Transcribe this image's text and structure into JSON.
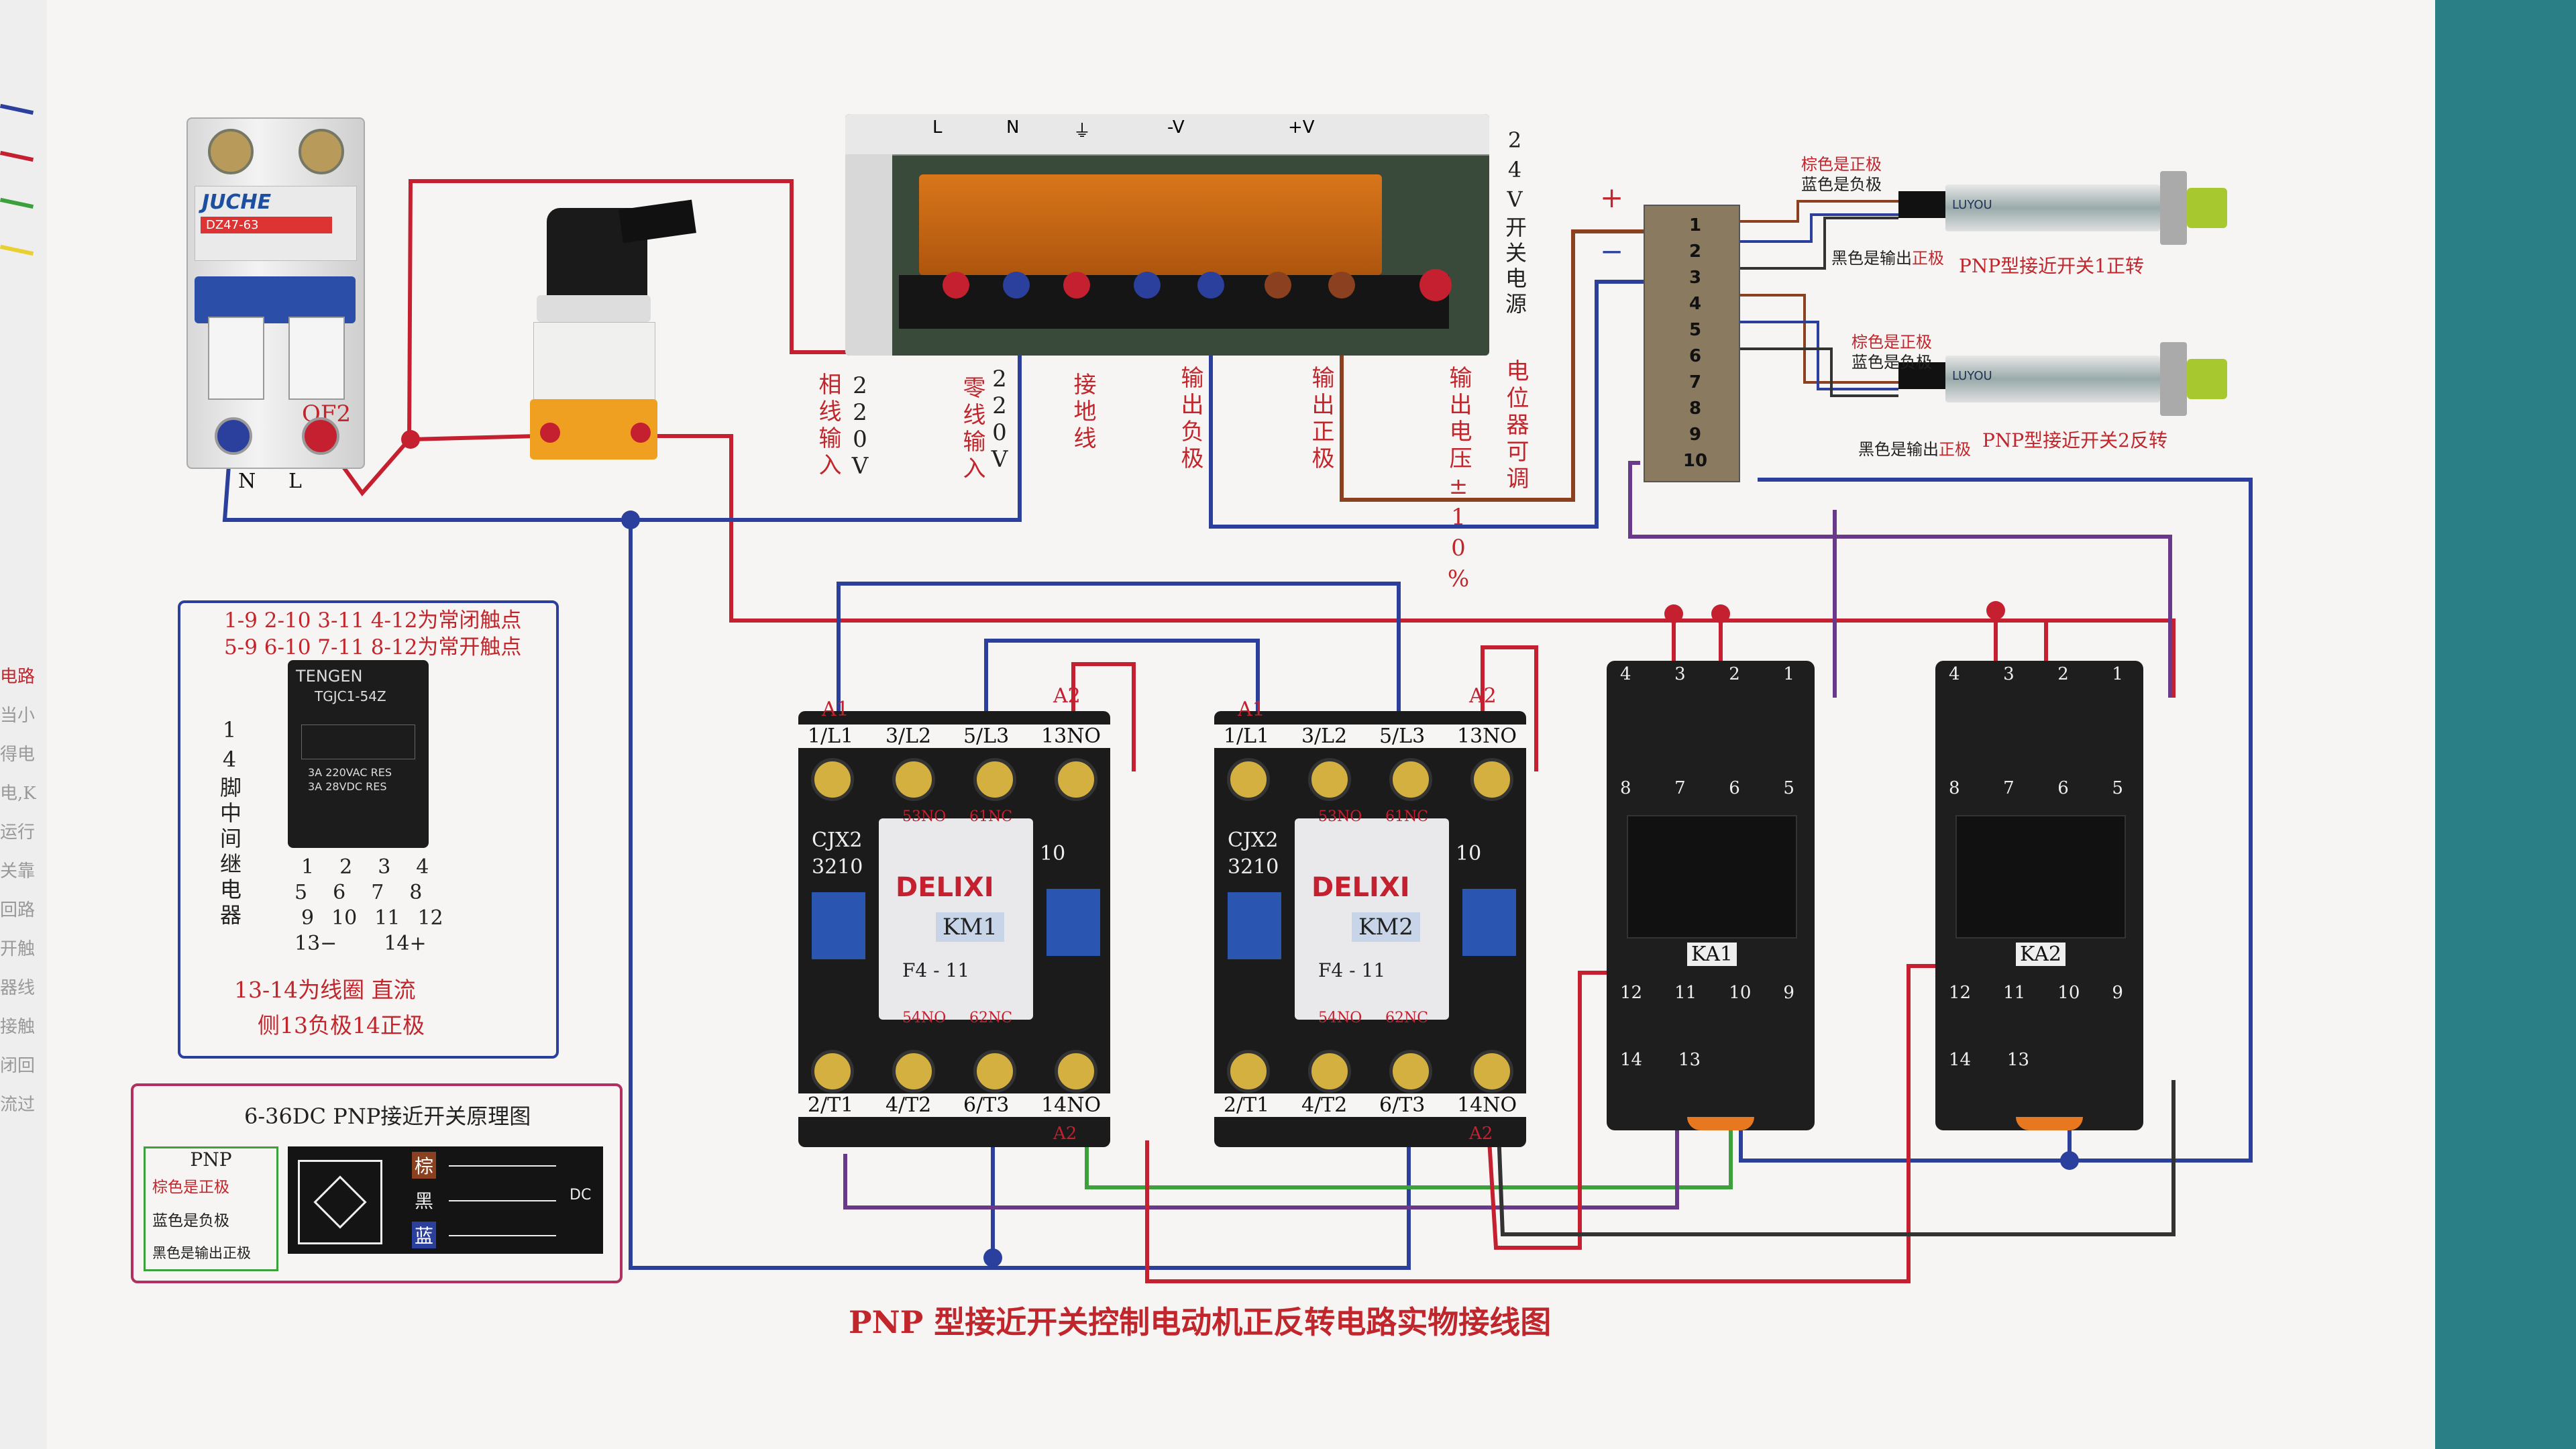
{
  "title": "PNP 型接近开关控制电动机正反转电路实物接线图",
  "colors": {
    "red_wire": "#c42030",
    "blue_wire": "#2b3f9c",
    "purple_wire": "#6a3a8a",
    "green_wire": "#3ca03c",
    "brown_wire": "#8b4020",
    "label": "#c0262c",
    "page": "#f6f5f3"
  },
  "breaker": {
    "brand": "JUCHE",
    "model": "DZ47-63",
    "tag": "QF2",
    "terminals": [
      "N",
      "L"
    ]
  },
  "power_supply": {
    "label": "24V开关电源",
    "top_labels": [
      "L",
      "N",
      "⏚",
      "-V",
      "+V"
    ],
    "annotations": {
      "live_input": "相线输入",
      "live_voltage": "220V",
      "neutral_input": "零线输入",
      "neutral_voltage": "220V",
      "ground": "接地线",
      "out_neg": "输出负极",
      "out_pos": "输出正极",
      "pot": "电位器可调",
      "voltage": "输出电压±10%"
    }
  },
  "terminal_block": {
    "plus": "+",
    "minus": "−",
    "numbers": [
      "1",
      "2",
      "3",
      "4",
      "5",
      "6",
      "7",
      "8",
      "9",
      "10"
    ]
  },
  "sensor1": {
    "brown": "棕色是正极",
    "blue": "蓝色是负极",
    "black_label": "黑色是输出",
    "black_suffix": "正极",
    "title": "PNP型接近开关1正转",
    "brand": "LUYOU"
  },
  "sensor2": {
    "brown": "棕色是正极",
    "blue": "蓝色是负极",
    "black_label": "黑色是输出",
    "black_suffix": "正极",
    "title": "PNP型接近开关2反转",
    "brand": "LUYOU"
  },
  "relay_info": {
    "nc_text": "1-9 2-10 3-11 4-12为常闭触点",
    "no_text": "5-9 6-10 7-11 8-12为常开触点",
    "vertical": "14脚中间继电器",
    "brand": "TENGEN",
    "model": "TGJC1-54Z",
    "rating1": "3A 220VAC RES",
    "rating2": "3A 28VDC RES",
    "coil1": "13-14为线圈 直流",
    "coil2": "侧13负极14正极",
    "pins_top": [
      "1",
      "2",
      "3",
      "4"
    ],
    "pins_mid": [
      "5",
      "6",
      "7",
      "8"
    ],
    "pins_bot": [
      "9",
      "10",
      "11",
      "12"
    ],
    "coil_pins": [
      "13−",
      "14+"
    ]
  },
  "pnp_info": {
    "title": "6-36DC PNP接近开关原理图",
    "pnp": "PNP",
    "brown": "棕色是正极",
    "blue": "蓝色是负极",
    "black": "黑色是输出正极",
    "colors": [
      "棕",
      "黑",
      "蓝"
    ],
    "dc": "DC"
  },
  "contactors": [
    {
      "tag": "KM1",
      "model": "CJX2",
      "code": "3210",
      "brand": "DELIXI",
      "aux": "F4 - 11",
      "top": [
        "1/L1",
        "3/L2",
        "5/L3",
        "13NO"
      ],
      "bottom": [
        "2/T1",
        "4/T2",
        "6/T3",
        "14NO"
      ],
      "a1": "A1",
      "a2": "A2",
      "no1": "53NO",
      "no2": "61NC",
      "no3": "54NO",
      "no4": "62NC",
      "side": "10"
    },
    {
      "tag": "KM2",
      "model": "CJX2",
      "code": "3210",
      "brand": "DELIXI",
      "aux": "F4 - 11",
      "top": [
        "1/L1",
        "3/L2",
        "5/L3",
        "13NO"
      ],
      "bottom": [
        "2/T1",
        "4/T2",
        "6/T3",
        "14NO"
      ],
      "a1": "A1",
      "a2": "A2",
      "no1": "53NO",
      "no2": "61NC",
      "no3": "54NO",
      "no4": "62NC",
      "side": "10"
    }
  ],
  "relays": [
    {
      "tag": "KA1",
      "top": [
        "4",
        "3",
        "2",
        "1"
      ],
      "mid": [
        "8",
        "7",
        "6",
        "5"
      ],
      "bottom": [
        "12",
        "11",
        "10",
        "9"
      ],
      "coil": [
        "14",
        "13"
      ]
    },
    {
      "tag": "KA2",
      "top": [
        "4",
        "3",
        "2",
        "1"
      ],
      "mid": [
        "8",
        "7",
        "6",
        "5"
      ],
      "bottom": [
        "12",
        "11",
        "10",
        "9"
      ],
      "coil": [
        "14",
        "13"
      ]
    }
  ],
  "left_margin_text": [
    "电路",
    "当小",
    "得电",
    "电,K",
    "运行",
    "关靠",
    "回路",
    "开触",
    "器线",
    "接触",
    "闭回",
    "流过"
  ]
}
